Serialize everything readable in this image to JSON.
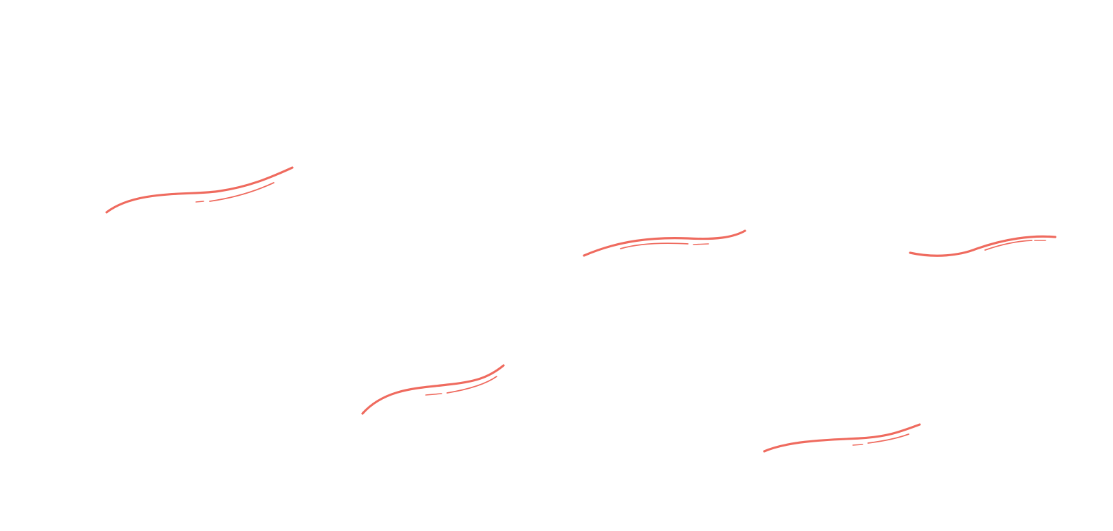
{
  "colors": {
    "background": "#ffffff",
    "swoosh": "#ef6b5f"
  },
  "swooshes": [
    {
      "name": "swoosh-1"
    },
    {
      "name": "swoosh-2"
    },
    {
      "name": "swoosh-3"
    },
    {
      "name": "swoosh-4"
    },
    {
      "name": "swoosh-5"
    }
  ]
}
